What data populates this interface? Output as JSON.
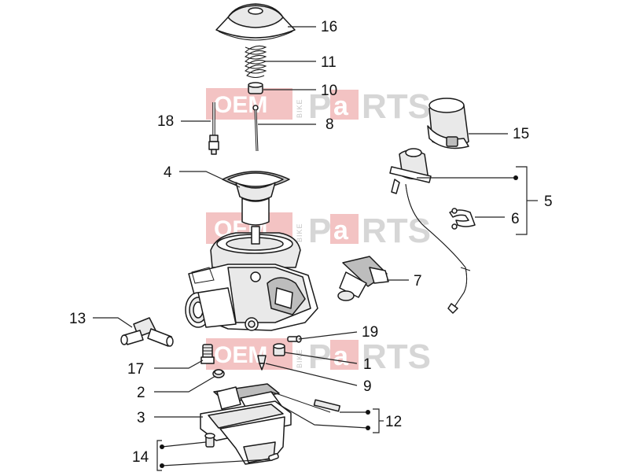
{
  "watermark": {
    "oem": "OEM",
    "bike": "BIKE",
    "p": "P",
    "a": "a",
    "rts": "RTS",
    "color_box": "#f1b9b9",
    "color_text": "#cfcfcf"
  },
  "callouts": {
    "c1": "1",
    "c2": "2",
    "c3": "3",
    "c4": "4",
    "c5": "5",
    "c6": "6",
    "c7": "7",
    "c8": "8",
    "c9": "9",
    "c10": "10",
    "c11": "11",
    "c12": "12",
    "c13": "13",
    "c14": "14",
    "c15": "15",
    "c16": "16",
    "c17": "17",
    "c18": "18",
    "c19": "19"
  }
}
